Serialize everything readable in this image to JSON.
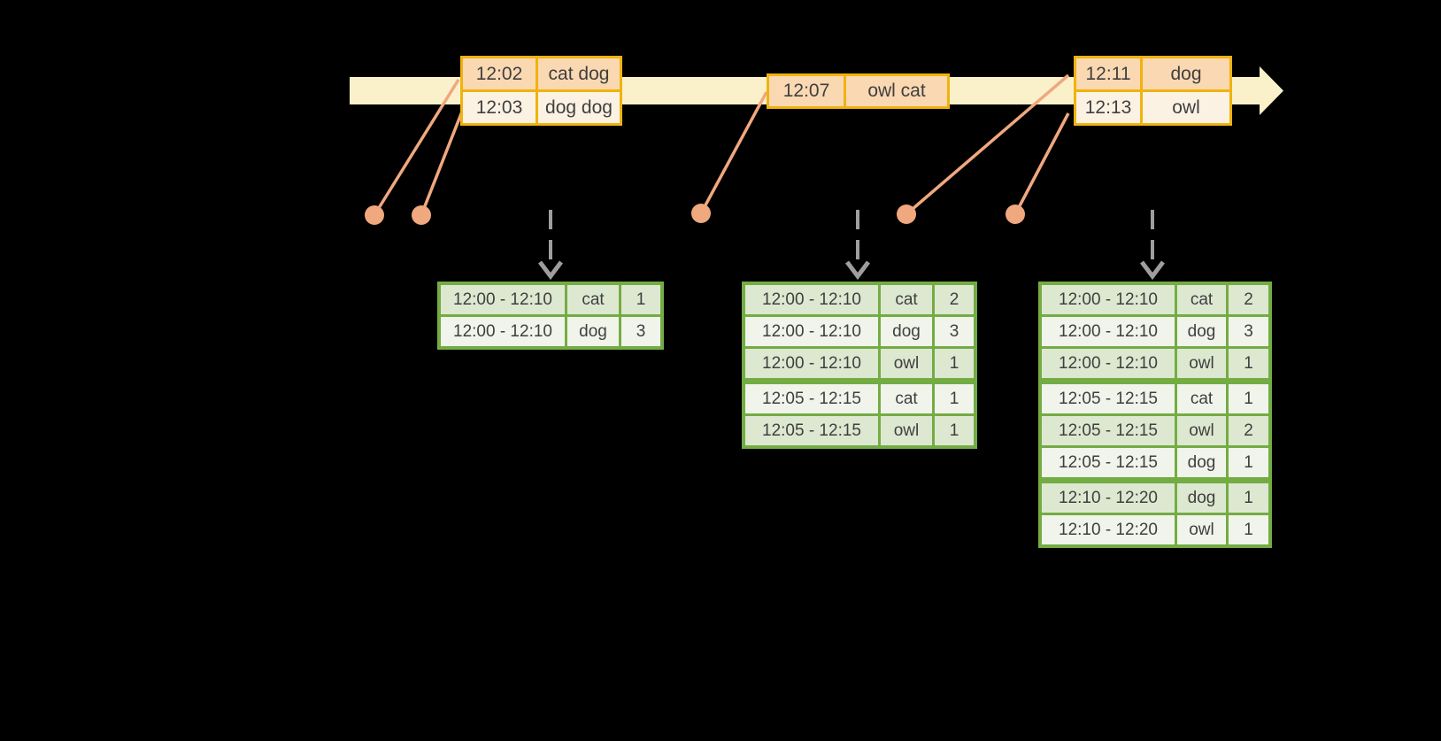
{
  "diagram": {
    "description": "Windowed event-time aggregation timeline diagram",
    "event_tables": [
      {
        "rows": [
          [
            "12:02",
            "cat dog"
          ],
          [
            "12:03",
            "dog dog"
          ]
        ]
      },
      {
        "rows": [
          [
            "12:07",
            "owl cat"
          ]
        ]
      },
      {
        "rows": [
          [
            "12:11",
            "dog"
          ],
          [
            "12:13",
            "owl"
          ]
        ]
      }
    ],
    "result_tables": [
      {
        "rows": [
          [
            "12:00 - 12:10",
            "cat",
            "1"
          ],
          [
            "12:00 - 12:10",
            "dog",
            "3"
          ]
        ],
        "group_breaks": []
      },
      {
        "rows": [
          [
            "12:00 - 12:10",
            "cat",
            "2"
          ],
          [
            "12:00 - 12:10",
            "dog",
            "3"
          ],
          [
            "12:00 - 12:10",
            "owl",
            "1"
          ],
          [
            "12:05 - 12:15",
            "cat",
            "1"
          ],
          [
            "12:05 - 12:15",
            "owl",
            "1"
          ]
        ],
        "group_breaks": [
          3
        ]
      },
      {
        "rows": [
          [
            "12:00 - 12:10",
            "cat",
            "2"
          ],
          [
            "12:00 - 12:10",
            "dog",
            "3"
          ],
          [
            "12:00 - 12:10",
            "owl",
            "1"
          ],
          [
            "12:05 - 12:15",
            "cat",
            "1"
          ],
          [
            "12:05 - 12:15",
            "owl",
            "2"
          ],
          [
            "12:05 - 12:15",
            "dog",
            "1"
          ],
          [
            "12:10 - 12:20",
            "dog",
            "1"
          ],
          [
            "12:10 - 12:20",
            "owl",
            "1"
          ]
        ],
        "group_breaks": [
          3,
          6
        ]
      }
    ],
    "colors": {
      "background": "#000000",
      "timeline_band": "#faf1cb",
      "event_table_border": "#f0b30e",
      "event_row_dark": "#fad8b2",
      "event_row_light": "#fbf2e3",
      "connector_line": "#f0a87e",
      "trigger_arrow": "#9e9e9e",
      "result_table_border": "#74ac44",
      "result_row_dark": "#dde8d1",
      "result_row_light": "#f0f4eb",
      "text": "#3f3f3f"
    }
  }
}
